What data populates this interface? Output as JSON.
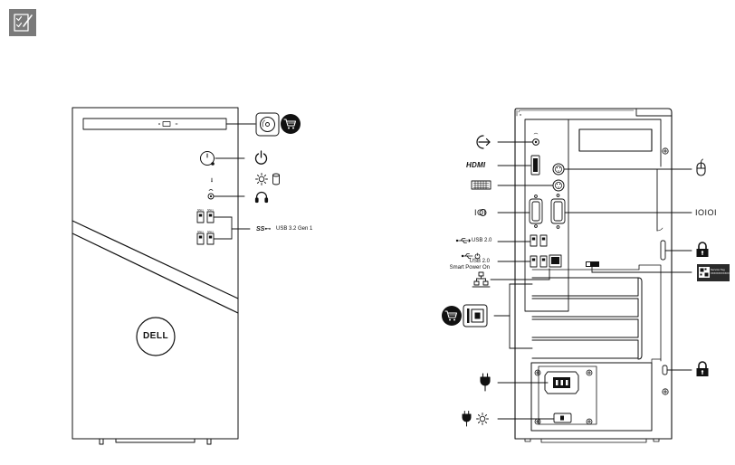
{
  "colors": {
    "line": "#111111",
    "tile": "#7a7a7a",
    "badge": "#2a2a2a"
  },
  "icons": [
    "checklist-icon",
    "optical-disc-icon",
    "shopping-cart-icon",
    "power-button-icon",
    "power-light-icon",
    "hard-drive-icon",
    "headset-icon",
    "usb-superspeed-icon",
    "dell-logo",
    "line-out-icon",
    "mouse-icon",
    "keyboard-icon",
    "vga-icon",
    "serial-port-icon",
    "usb-icon",
    "network-icon",
    "lock-icon",
    "service-tag-icon",
    "expansion-card-icon",
    "power-cord-icon",
    "power-supply-diagnostic-icon"
  ],
  "front": {
    "usb32_label": "USB 3.2 Gen 1",
    "usb_port_marks": [
      "SS⊷",
      "SS⊷",
      "SS⊷",
      "SS⊷"
    ],
    "logo_text": "DELL"
  },
  "back": {
    "hdmi_label": "HDMI",
    "vga_label": "IOI",
    "serial_label": "IOIOI",
    "usb20_label": "USB 2.0",
    "usb20_smart_label_1": "USB 2.0",
    "usb20_smart_label_2": "Smart Power On",
    "service_tag_label": "Service Tag",
    "service_tag_label_2": "XXXXXXXXXXXX"
  }
}
